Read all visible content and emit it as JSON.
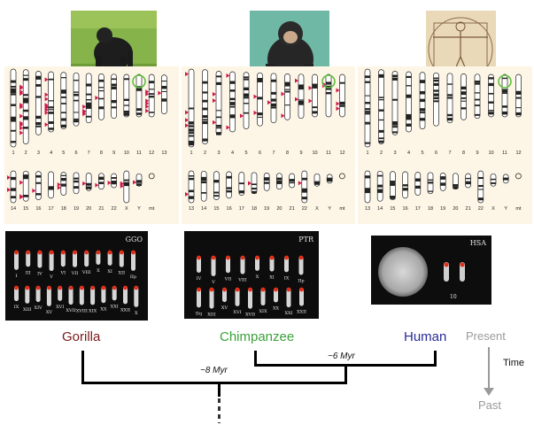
{
  "species": {
    "gorilla": {
      "name": "Gorilla",
      "color": "#7a1a1a",
      "micro_code": "GGO"
    },
    "chimp": {
      "name": "Chimpanzee",
      "color": "#3aa23a",
      "micro_code": "PTR"
    },
    "human": {
      "name": "Human",
      "color": "#2a2a9a",
      "micro_code": "HSA"
    }
  },
  "karyotype_labels": {
    "gorilla_row1": [
      "1",
      "2",
      "3",
      "4",
      "5",
      "6",
      "7",
      "8",
      "9",
      "10",
      "11",
      "12",
      "13"
    ],
    "gorilla_row2": [
      "14",
      "15",
      "16",
      "17",
      "18",
      "19",
      "20",
      "21",
      "22",
      "X",
      "Y",
      "mt"
    ],
    "chimp_row1": [
      "1",
      "2",
      "3",
      "4",
      "5",
      "6",
      "7",
      "8",
      "9",
      "10",
      "11",
      "12"
    ],
    "chimp_row2": [
      "13",
      "14",
      "15",
      "16",
      "17",
      "18",
      "19",
      "20",
      "21",
      "22",
      "X",
      "Y",
      "mt"
    ],
    "human_row1": [
      "1",
      "2",
      "3",
      "4",
      "5",
      "6",
      "7",
      "8",
      "9",
      "10",
      "11",
      "12"
    ],
    "human_row2": [
      "13",
      "14",
      "15",
      "16",
      "17",
      "18",
      "19",
      "20",
      "21",
      "22",
      "X",
      "Y",
      "mt"
    ]
  },
  "micro_gorilla_row1": [
    "I",
    "III",
    "IV",
    "V",
    "VI",
    "VII",
    "VIII",
    "X",
    "XI",
    "XII",
    "IIp"
  ],
  "micro_gorilla_row2": [
    "IX",
    "XIII",
    "XIV",
    "XV",
    "XVI",
    "XVII",
    "XVIII",
    "XIX",
    "XX",
    "XXI",
    "XXII",
    "X"
  ],
  "micro_chimp_row1": [
    "IV",
    "V",
    "VII",
    "VIII",
    "X",
    "XI",
    "IX",
    "IIp"
  ],
  "micro_chimp_row2": [
    "IIq",
    "XIII",
    "XV",
    "XVI",
    "XVII",
    "XIX",
    "XX",
    "XXI",
    "XXII"
  ],
  "micro_human_label": "10",
  "tree": {
    "myr_8": "~8 Myr",
    "myr_6": "~6 Myr"
  },
  "timeline": {
    "present": "Present",
    "time": "Time",
    "past": "Past"
  },
  "colors": {
    "marker": "#d0154f",
    "highlight": "#5fbf3f",
    "panel_bg": "#fdf6e6"
  }
}
